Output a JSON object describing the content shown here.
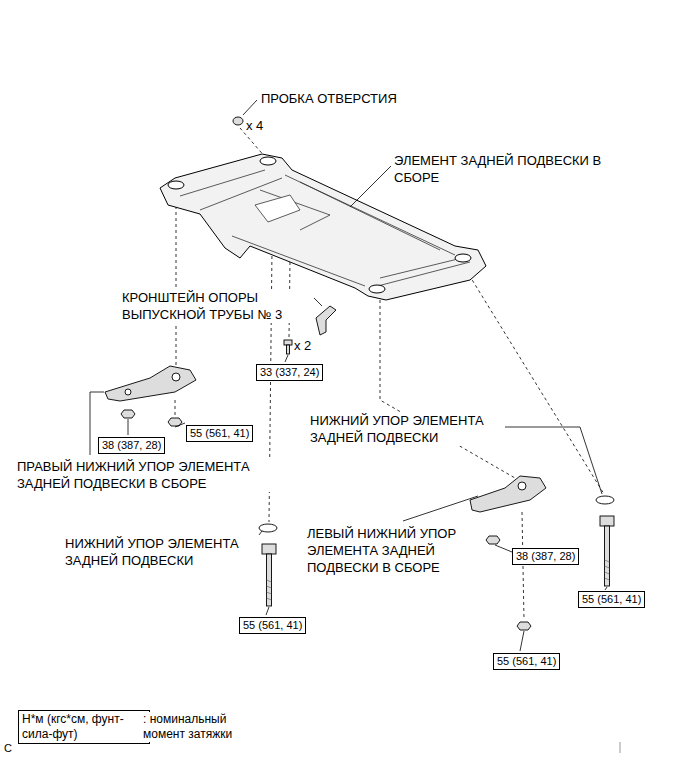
{
  "diagram": {
    "nodes": [
      {
        "text": [
          "33 (337, 24)"
        ]
      },
      {
        "text": [
          "55 (561, 41)"
        ]
      },
      {
        "text": [
          "38 (387, 28)"
        ]
      },
      {
        "text": [
          "38 (387, 28)"
        ]
      },
      {
        "text": [
          "55 (561, 41)"
        ]
      },
      {
        "text": [
          "55 (561, 41)"
        ]
      },
      {
        "text": [
          "55 (561, 41)"
        ]
      },
      {
        "text": [
          "Н*м (кгс*см, фунт-сила-фут)"
        ]
      }
    ],
    "labels": [
      "ПРОБКА ОТВЕРСТИЯ",
      "x 4",
      "ЭЛЕМЕНТ ЗАДНЕЙ ПОДВЕСКИ В СБОРЕ",
      "КРОНШТЕЙН ОПОРЫ ВЫПУСКНОЙ ТРУБЫ № 3",
      "x 2",
      "НИЖНИЙ УПОР ЭЛЕМЕНТА ЗАДНЕЙ ПОДВЕСКИ",
      "ПРАВЫЙ НИЖНИЙ УПОР ЭЛЕМЕНТА ЗАДНЕЙ ПОДВЕСКИ В СБОРЕ",
      "НИЖНИЙ УПОР ЭЛЕМЕНТА ЗАДНЕЙ ПОДВЕСКИ",
      "ЛЕВЫЙ НИЖНИЙ УПОР ЭЛЕМЕНТА ЗАДНЕЙ ПОДВЕСКИ В СБОРЕ",
      ": номинальный момент затяжки",
      "C"
    ]
  }
}
